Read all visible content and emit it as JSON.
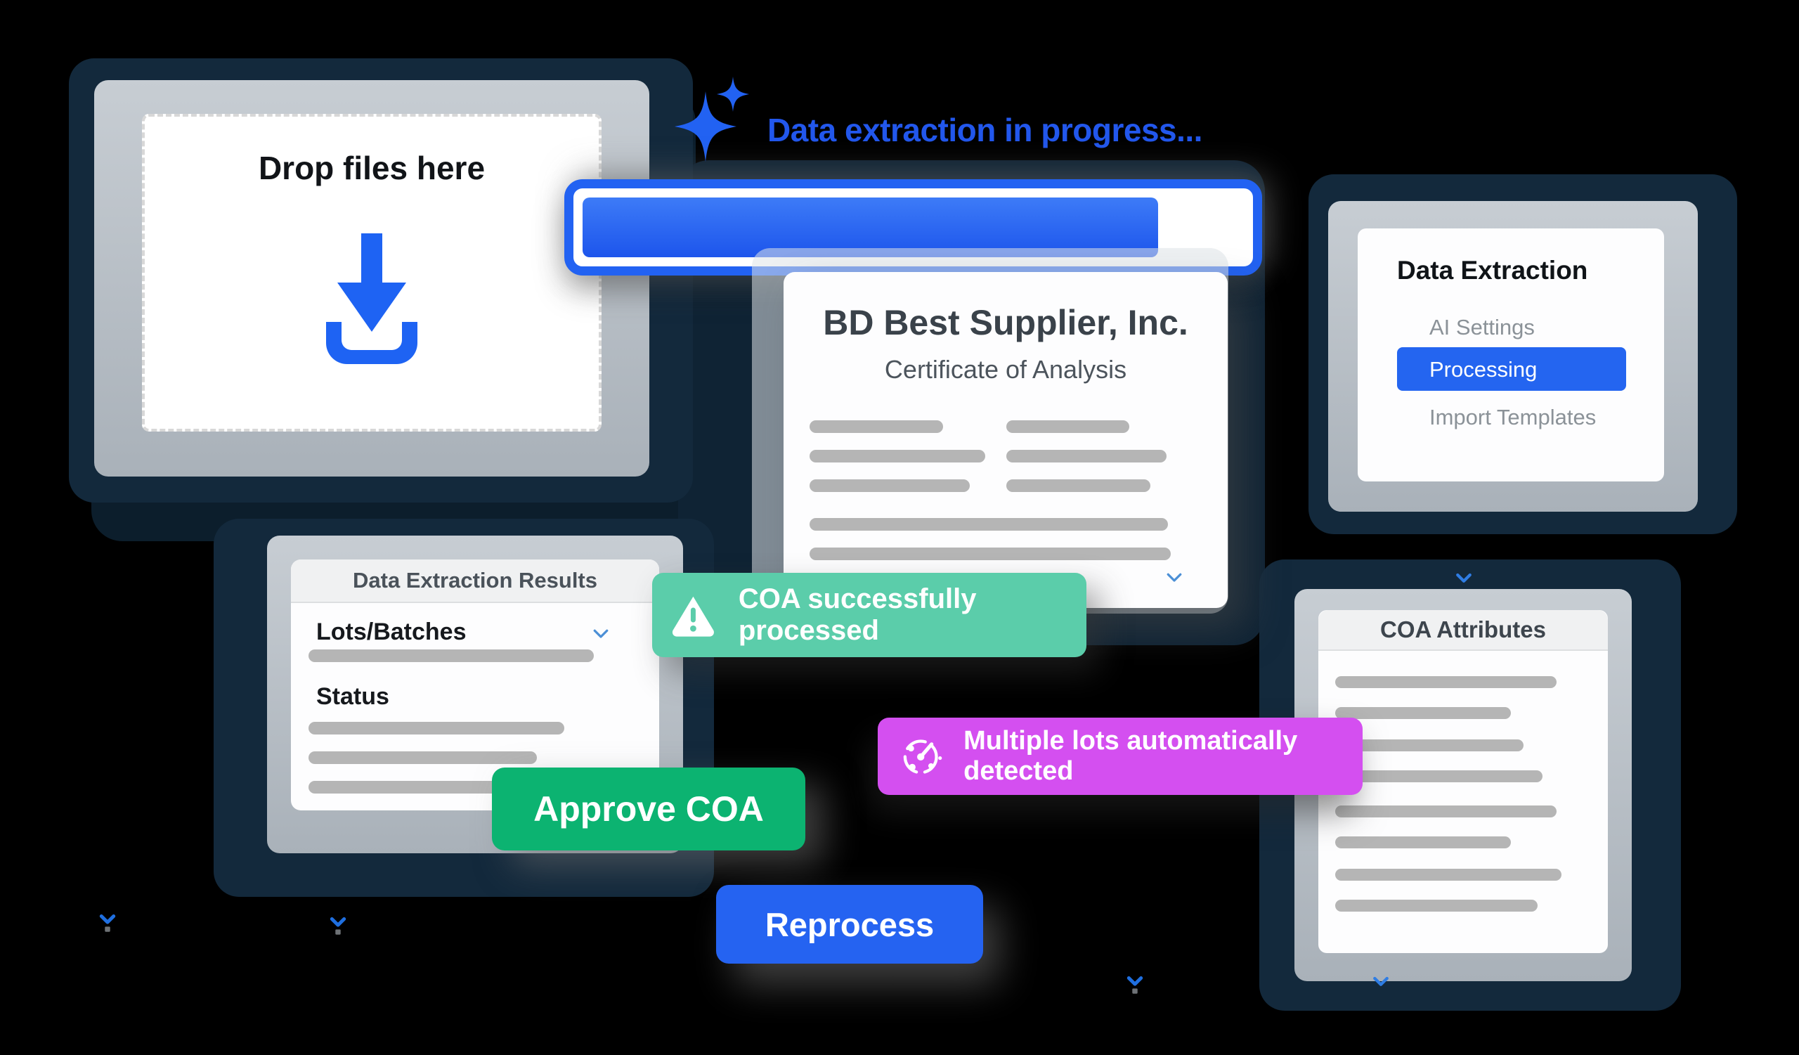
{
  "colors": {
    "accent_blue": "#2262f2",
    "navy_panel": "#13293c",
    "frame_gray": "#b6bdc4",
    "success_toast_green": "#5bcdaa",
    "approve_green": "#0cb371",
    "magenta": "#d44ff0",
    "placeholder_gray": "#b5b5b5"
  },
  "drop_zone": {
    "label": "Drop files here",
    "icon": "download-icon"
  },
  "extraction_status": {
    "icon": "sparkle-icon",
    "label": "Data extraction in progress...",
    "progress_percent": 87
  },
  "document_card": {
    "title": "BD Best Supplier, Inc.",
    "subtitle": "Certificate of Analysis",
    "expand_icon": "chevron-down-icon"
  },
  "settings_panel": {
    "title": "Data Extraction",
    "items": [
      {
        "label": "AI Settings",
        "active": false
      },
      {
        "label": "Processing",
        "active": true
      },
      {
        "label": "Import Templates",
        "active": false
      }
    ]
  },
  "results_panel": {
    "title": "Data Extraction Results",
    "fields": [
      {
        "label": "Lots/Batches",
        "expand_icon": "chevron-down-icon"
      },
      {
        "label": "Status"
      }
    ]
  },
  "toasts": [
    {
      "icon": "warning-triangle-icon",
      "text": "COA successfully processed",
      "color": "#5bcdaa"
    },
    {
      "icon": "radar-icon",
      "text": "Multiple lots automatically detected",
      "color": "#d44ff0"
    }
  ],
  "buttons": [
    {
      "label": "Approve COA",
      "color": "#0cb371"
    },
    {
      "label": "Reprocess",
      "color": "#2563f1"
    }
  ],
  "attributes_panel": {
    "title": "COA Attributes",
    "scroll_hint_icon": "chevron-down-icon"
  }
}
